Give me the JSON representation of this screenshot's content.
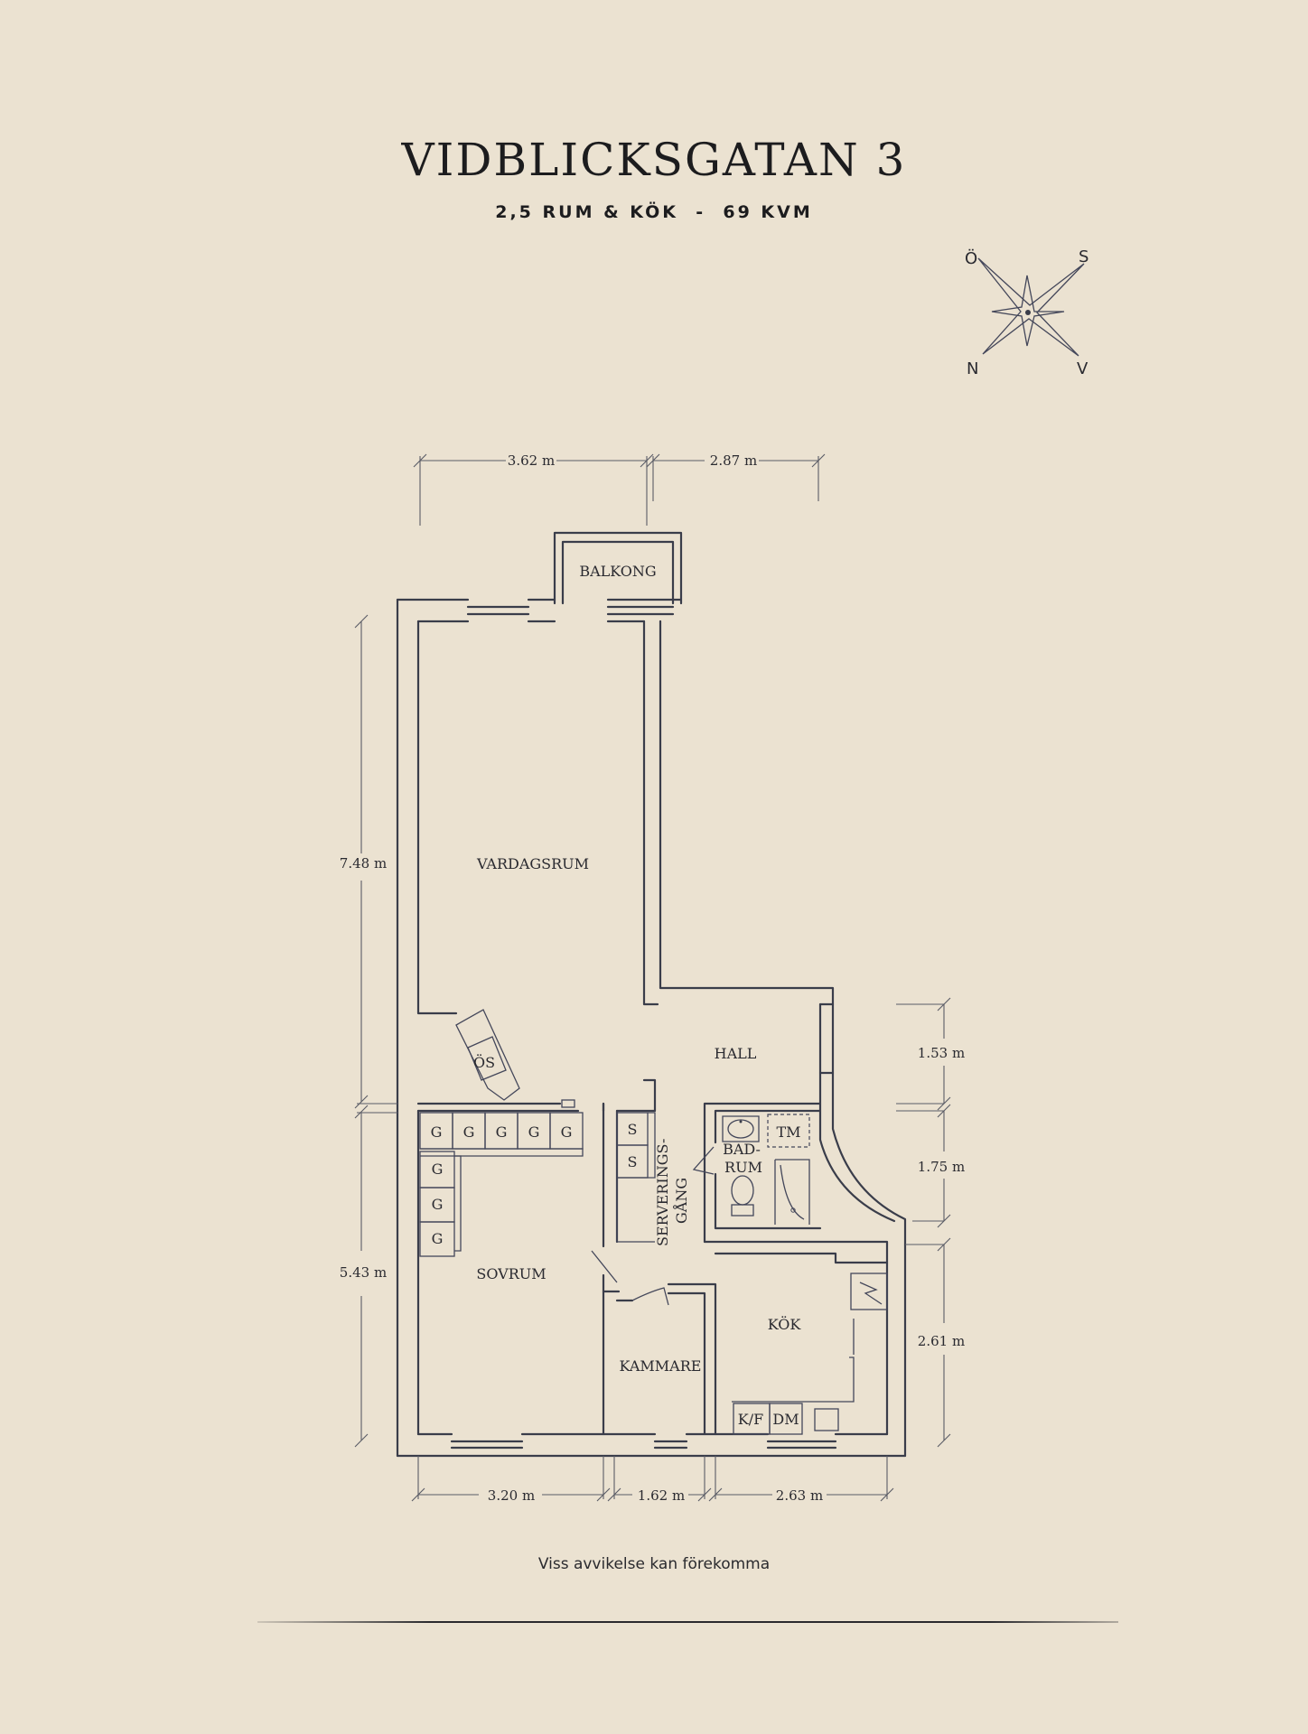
{
  "header": {
    "title": "VIDBLICKSGATAN 3",
    "subtitle": "2,5 RUM & KÖK  -  69 KVM"
  },
  "compass": {
    "top_left": "Ö",
    "top_right": "S",
    "bottom_left": "N",
    "bottom_right": "V"
  },
  "rooms": {
    "balkong": "BALKONG",
    "vardagsrum": "VARDAGSRUM",
    "hall": "HALL",
    "os": "ÖS",
    "sovrum": "SOVRUM",
    "serveringsgang_1": "SERVERINGS-",
    "serveringsgang_2": "GÅNG",
    "badrum_1": "BAD-",
    "badrum_2": "RUM",
    "tm": "TM",
    "kok": "KÖK",
    "kammare": "KAMMARE",
    "kf": "K/F",
    "dm": "DM",
    "g": "G",
    "s": "S"
  },
  "dimensions": {
    "top_left": "3.62 m",
    "top_right": "2.87 m",
    "left_upper": "7.48 m",
    "left_lower": "5.43 m",
    "right_hall": "1.53 m",
    "right_bath": "1.75 m",
    "right_kitchen": "2.61 m",
    "bottom_left": "3.20 m",
    "bottom_mid": "1.62 m",
    "bottom_right": "2.63 m"
  },
  "footer": {
    "disclaimer": "Viss avvikelse kan förekomma"
  }
}
